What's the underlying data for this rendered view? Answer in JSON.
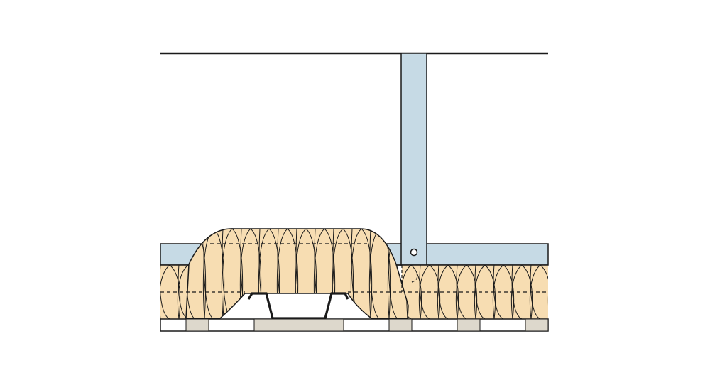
{
  "diagram": {
    "type": "construction-section-detail",
    "labels": [],
    "colors": {
      "background": "#ffffff",
      "outline": "#1a1a1a",
      "timber_member": "#c6dae5",
      "insulation": "#f7ddb2",
      "membrane": "#ffffff",
      "membrane_joint": "#ddd8cc"
    },
    "components": [
      "top-structure-line",
      "vertical-timber-post",
      "left-timber-plate",
      "right-timber-plate",
      "fixing-bolt",
      "mineral-wool-insulation-layer",
      "raised-insulation-blanket",
      "steel-deck-profile",
      "base-membrane-strip"
    ]
  }
}
